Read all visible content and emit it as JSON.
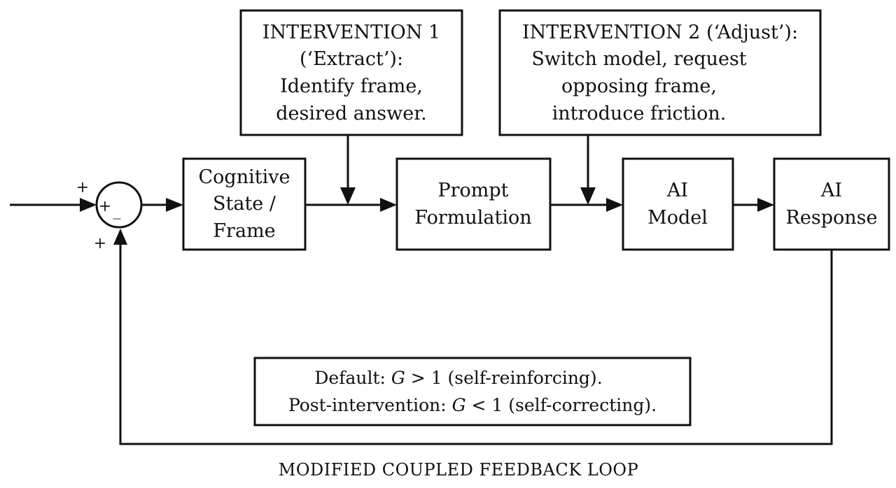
{
  "interventions": [
    {
      "id": "intervention-1",
      "lines": [
        "INTERVENTION 1",
        "(‘Extract’):",
        "Identify frame,",
        "desired answer."
      ]
    },
    {
      "id": "intervention-2",
      "lines": [
        "INTERVENTION 2 (‘Adjust’):",
        "Switch model, request",
        "opposing frame,",
        "introduce friction."
      ]
    }
  ],
  "blocks": [
    {
      "id": "cognitive-state",
      "lines": [
        "Cognitive",
        "State /",
        "Frame"
      ]
    },
    {
      "id": "prompt-formulation",
      "lines": [
        "Prompt",
        "Formulation"
      ]
    },
    {
      "id": "ai-model",
      "lines": [
        "AI",
        "Model"
      ]
    },
    {
      "id": "ai-response",
      "lines": [
        "AI",
        "Response"
      ]
    }
  ],
  "summing_junction": {
    "input_sign": "+",
    "feedback_sign": "+",
    "inner_plus": "+",
    "inner_minus": "_"
  },
  "gain_note": {
    "line1_prefix": "Default: ",
    "line1_var": "G",
    "line1_suffix": " > 1 (self-reinforcing).",
    "line2_prefix": "Post-intervention: ",
    "line2_var": "G",
    "line2_suffix": " < 1 (self-correcting)."
  },
  "caption": "MODIFIED COUPLED FEEDBACK LOOP"
}
